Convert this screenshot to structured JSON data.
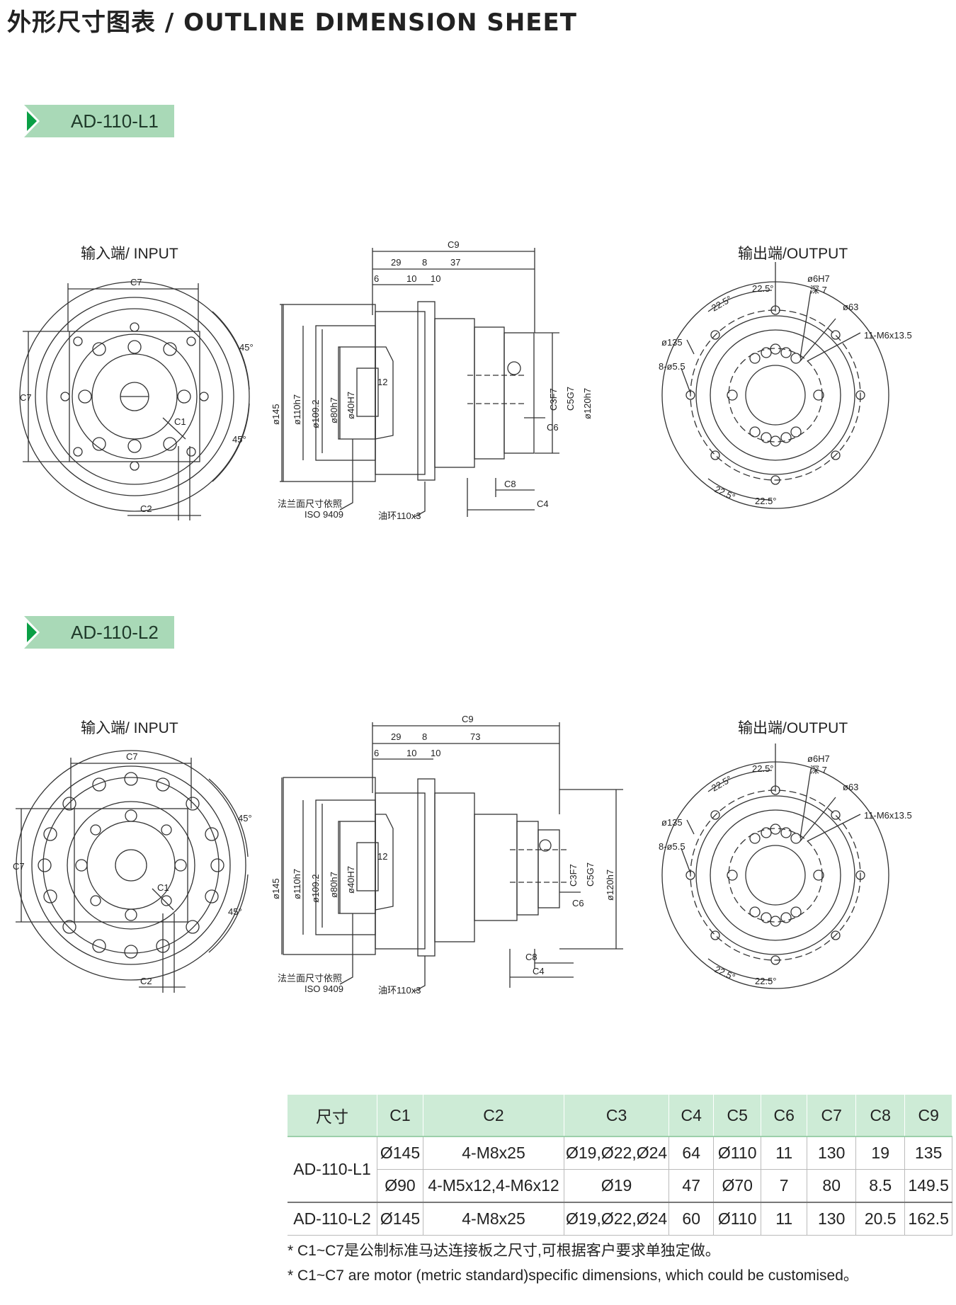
{
  "page": {
    "title": "外形尺寸图表 / OUTLINE DIMENSION SHEET"
  },
  "models": [
    {
      "tag": "AD-110-L1",
      "input_label": "输入端/ INPUT",
      "output_label": "输出端/OUTPUT",
      "input_dims": {
        "c7_top": "C7",
        "c7_side": "C7",
        "c1": "C1",
        "c2": "C2",
        "a45_top": "45°",
        "a45_bottom": "45°"
      },
      "side_dims": {
        "c9": "C9",
        "d29": "29",
        "d8": "8",
        "d_rear": "37",
        "d6": "6",
        "d10a": "10",
        "d10b": "10",
        "d145": "ø145",
        "d110": "ø110h7",
        "d1092": "ø109.2",
        "d80": "ø80h7",
        "d40": "ø40H7",
        "d12": "12",
        "c3": "C3F7",
        "c5": "C5G7",
        "d120": "ø120h7",
        "c6": "C6",
        "c8": "C8",
        "c4": "C4",
        "note_flange_1": "法兰面尺寸依照",
        "note_flange_2": "ISO 9409",
        "note_oring": "油环110x3"
      },
      "output_dims": {
        "a225_1": "22.5°",
        "a225_2": "22.5°",
        "d6h7": "ø6H7",
        "depth": "深 7",
        "d63": "ø63",
        "holes_11": "11-M6x13.5",
        "d135": "ø135",
        "holes_8": "8-ø5.5",
        "a225_3": "22.5°",
        "a225_4": "22.5°"
      }
    },
    {
      "tag": "AD-110-L2",
      "input_label": "输入端/ INPUT",
      "output_label": "输出端/OUTPUT",
      "input_dims": {
        "c7_top": "C7",
        "c7_side": "C7",
        "c1": "C1",
        "c2": "C2",
        "a45_top": "45°",
        "a45_bottom": "45°"
      },
      "side_dims": {
        "c9": "C9",
        "d29": "29",
        "d8": "8",
        "d_rear": "73",
        "d6": "6",
        "d10a": "10",
        "d10b": "10",
        "d145": "ø145",
        "d110": "ø110h7",
        "d1092": "ø109.2",
        "d80": "ø80h7",
        "d40": "ø40H7",
        "d12": "12",
        "c3": "C3F7",
        "c5": "C5G7",
        "d120": "ø120h7",
        "c6": "C6",
        "c8": "C8",
        "c4": "C4",
        "note_flange_1": "法兰面尺寸依照",
        "note_flange_2": "ISO 9409",
        "note_oring": "油环110x3"
      },
      "output_dims": {
        "a225_1": "22.5°",
        "a225_2": "22.5°",
        "d6h7": "ø6H7",
        "depth": "深 7",
        "d63": "ø63",
        "holes_11": "11-M6x13.5",
        "d135": "ø135",
        "holes_8": "8-ø5.5",
        "a225_3": "22.5°",
        "a225_4": "22.5°"
      }
    }
  ],
  "table": {
    "headers": [
      "尺寸",
      "C1",
      "C2",
      "C3",
      "C4",
      "C5",
      "C6",
      "C7",
      "C8",
      "C9"
    ],
    "rows": [
      {
        "model": "AD-110-L1",
        "cells": [
          "Ø145",
          "4-M8x25",
          "Ø19,Ø22,Ø24",
          "64",
          "Ø110",
          "11",
          "130",
          "19",
          "135"
        ]
      },
      {
        "model": "",
        "cells": [
          "Ø90",
          "4-M5x12,4-M6x12",
          "Ø19",
          "47",
          "Ø70",
          "7",
          "80",
          "8.5",
          "149.5"
        ]
      },
      {
        "model": "AD-110-L2",
        "cells": [
          "Ø145",
          "4-M8x25",
          "Ø19,Ø22,Ø24",
          "60",
          "Ø110",
          "11",
          "130",
          "20.5",
          "162.5"
        ]
      }
    ]
  },
  "notes": [
    "* C1~C7是公制标准马达连接板之尺寸,可根据客户要求单独定做。",
    "* C1~C7 are motor (metric standard)specific dimensions, which could be customised。"
  ]
}
